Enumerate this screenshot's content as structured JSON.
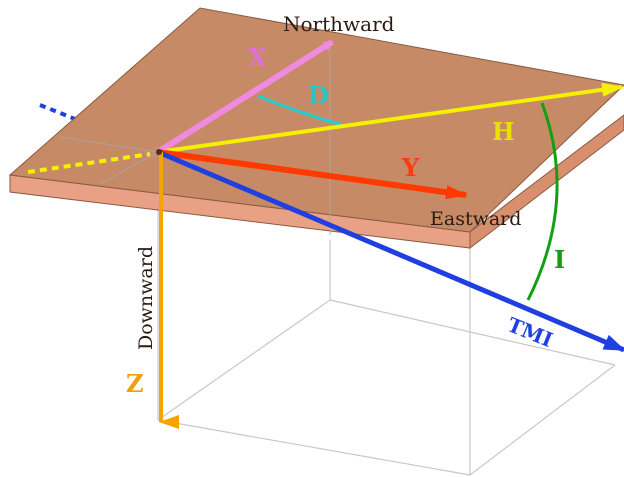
{
  "labels": {
    "north": "Northward",
    "east": "Eastward",
    "down": "Downward",
    "x": "X",
    "d": "D",
    "h": "H",
    "y": "Y",
    "i": "I",
    "z": "Z",
    "tmi": "TMI"
  },
  "colors": {
    "plane_top": "#c68a66",
    "plane_edge": "#e8a184",
    "plane_outline": "#8a5a42",
    "box_lines": "#c8c8c8",
    "x_arrow": "#f08ae0",
    "d_arc": "#22cfd0",
    "h_arrow": "#f5f000",
    "y_arrow": "#ff3a00",
    "i_arc": "#12a012",
    "z_arrow": "#f5a300",
    "tmi_arrow": "#1f3fe0",
    "x_label": "#e070d8",
    "d_label": "#22c8c8",
    "h_label": "#e8e000",
    "y_label": "#ff3a10",
    "i_label": "#12a012",
    "z_label": "#f0a000",
    "tmi_label": "#1f3fe0"
  }
}
